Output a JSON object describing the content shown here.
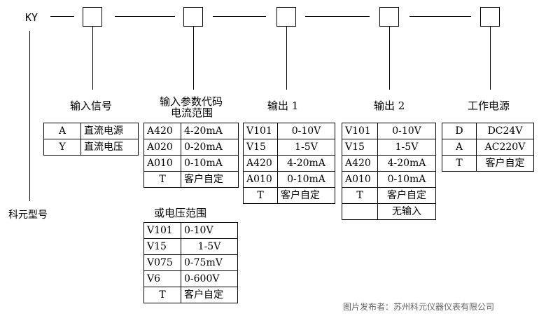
{
  "model_prefix": "KY",
  "model_label": "科元型号",
  "fields": {
    "input_signal": {
      "title": "输入信号",
      "rows": [
        [
          "A",
          "直流电源"
        ],
        [
          "Y",
          "直流电压"
        ]
      ]
    },
    "input_param": {
      "title_line1": "输入参数代码",
      "title_line2": "电流范围",
      "rows": [
        [
          "A420",
          "4-20mA"
        ],
        [
          "A020",
          "0-20mA"
        ],
        [
          "A010",
          "0-10mA"
        ],
        [
          "T",
          "客户自定"
        ]
      ]
    },
    "voltage_range": {
      "title": "或电压范围",
      "rows": [
        [
          "V101",
          "0-10V"
        ],
        [
          "V15",
          "1-5V"
        ],
        [
          "V075",
          "0-75mV"
        ],
        [
          "V6",
          "0-600V"
        ],
        [
          "T",
          "客户自定"
        ]
      ]
    },
    "output1": {
      "title": "输出 1",
      "rows": [
        [
          "V101",
          "0-10V"
        ],
        [
          "V15",
          "1-5V"
        ],
        [
          "A420",
          "4-20mA"
        ],
        [
          "A010",
          "0-10mA"
        ],
        [
          "T",
          "客户自定"
        ]
      ]
    },
    "output2": {
      "title": "输出 2",
      "rows": [
        [
          "V101",
          "0-10V"
        ],
        [
          "V15",
          "1-5V"
        ],
        [
          "A420",
          "4-20mA"
        ],
        [
          "A010",
          "0-10mA"
        ],
        [
          "T",
          "客户自定"
        ],
        [
          "",
          "无输入"
        ]
      ]
    },
    "power": {
      "title": "工作电源",
      "rows": [
        [
          "D",
          "DC24V"
        ],
        [
          "A",
          "AC220V"
        ],
        [
          "T",
          "客户自定"
        ]
      ]
    }
  },
  "credit": "图片发布者：苏州科元仪器仪表有限公司"
}
